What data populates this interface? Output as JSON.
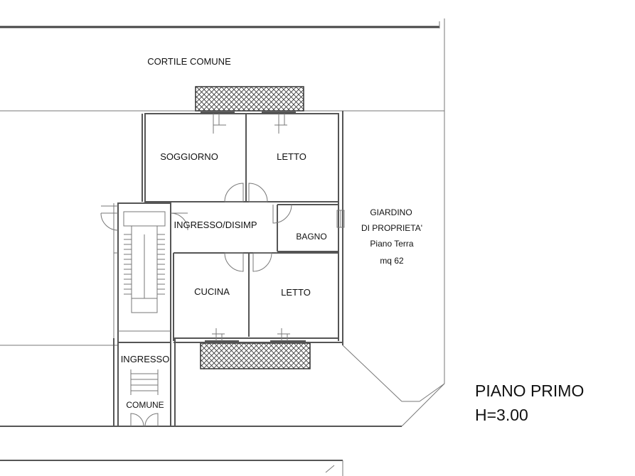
{
  "rooms": {
    "courtyard": "CORTILE COMUNE",
    "living_room": "SOGGIORNO",
    "bedroom_1": "LETTO",
    "hallway": "INGRESSO/DISIMP",
    "bathroom": "BAGNO",
    "kitchen": "CUCINA",
    "bedroom_2": "LETTO",
    "entrance": "INGRESSO",
    "common": "COMUNE"
  },
  "garden": {
    "line1": "GIARDINO",
    "line2": "DI PROPRIETA'",
    "line3": "Piano Terra",
    "line4": "mq 62"
  },
  "floor": {
    "name": "PIANO PRIMO",
    "height": "H=3.00"
  }
}
